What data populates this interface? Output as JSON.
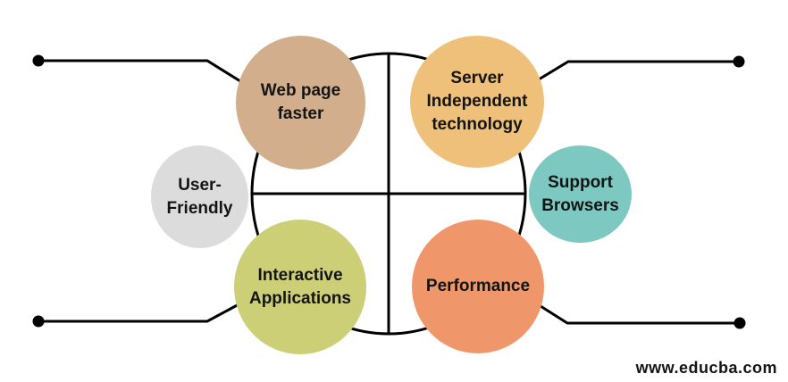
{
  "diagram": {
    "line_color": "#000000",
    "text_color": "#141414",
    "background_color": "#ffffff",
    "nodes": [
      {
        "id": "web-page-faster",
        "label": "Web page\nfaster",
        "color": "#D2AE8D"
      },
      {
        "id": "server-independent-technology",
        "label": "Server\nIndependent\ntechnology",
        "color": "#EEC079"
      },
      {
        "id": "user-friendly",
        "label": "User-\nFriendly",
        "color": "#DCDCDC"
      },
      {
        "id": "support-browsers",
        "label": "Support\nBrowsers",
        "color": "#7EC8C2"
      },
      {
        "id": "interactive-applications",
        "label": "Interactive\nApplications",
        "color": "#CCCF75"
      },
      {
        "id": "performance",
        "label": "Performance",
        "color": "#EF976B"
      }
    ]
  },
  "watermark": "www.educba.com"
}
